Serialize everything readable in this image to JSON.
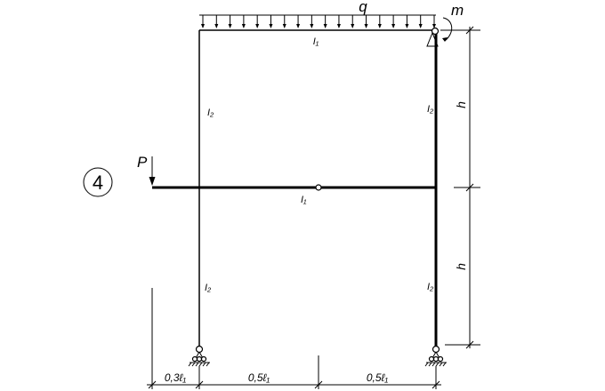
{
  "scheme": {
    "number": "4"
  },
  "loads": {
    "distributed": "q",
    "moment": "m",
    "force": "P"
  },
  "beams": {
    "top_stiffness": "I₁",
    "middle_stiffness": "I₁"
  },
  "columns": {
    "left_upper": "I₂",
    "left_lower": "I₂",
    "right_upper": "I₂",
    "right_lower": "I₂"
  },
  "dimensions": {
    "height_upper": "h",
    "height_lower": "h",
    "span_overhang": "0,3ℓ₁",
    "span_middle_left": "0,5ℓ₁",
    "span_middle_right": "0,5ℓ₁"
  }
}
